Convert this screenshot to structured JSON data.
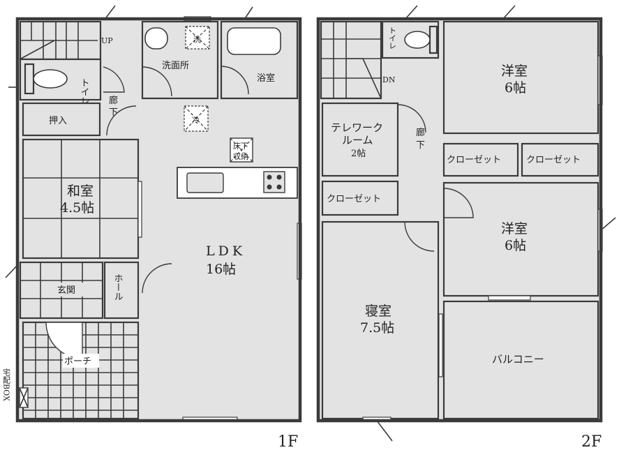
{
  "floor1": {
    "label": "1F",
    "rooms": {
      "up": "UP",
      "toilet": "トイレ",
      "washroom": "洗面所",
      "washer": "洗",
      "bath": "浴室",
      "corridor": "廊下",
      "closet": "押入",
      "fridge": "冷",
      "underfloor_a": "床下",
      "underfloor_b": "収納",
      "washitsu_name": "和室",
      "washitsu_size": "4.5帖",
      "ldk_name": "LDK",
      "ldk_size": "16帖",
      "entrance": "玄関",
      "hall": "ホール",
      "porch": "ポーチ",
      "delivery_box": "宅配BOX"
    }
  },
  "floor2": {
    "label": "2F",
    "rooms": {
      "dn": "DN",
      "toilet": "トイレ",
      "western1_name": "洋室",
      "western1_size": "6帖",
      "telework_a": "テレワーク",
      "telework_b": "ルーム",
      "telework_size": "2帖",
      "corridor": "廊下",
      "closet_a": "クローゼット",
      "closet_b": "クローゼット",
      "closet_c": "クローゼット",
      "western2_name": "洋室",
      "western2_size": "6帖",
      "bedroom_name": "寝室",
      "bedroom_size": "7.5帖",
      "balcony": "バルコニー"
    }
  }
}
